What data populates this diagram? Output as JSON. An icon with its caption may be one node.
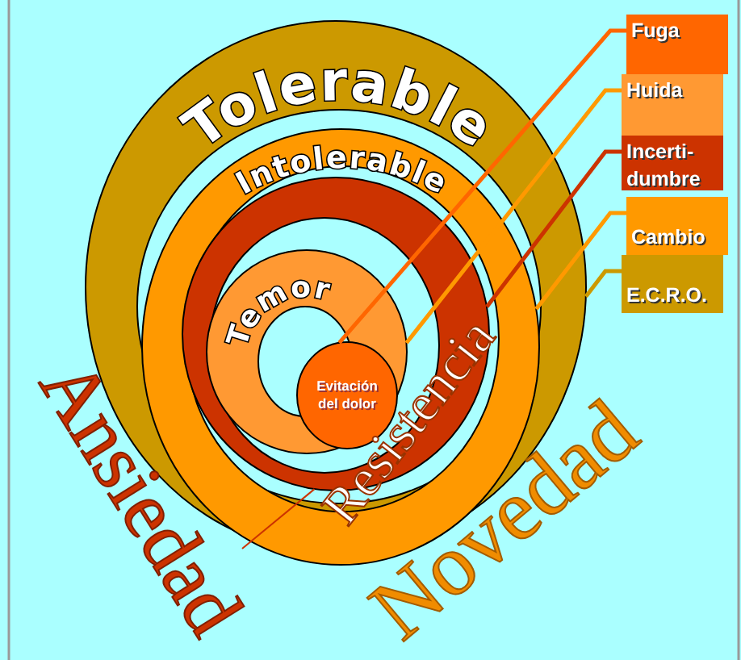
{
  "diagram": {
    "nodes": [
      {
        "text": [
          "Tolerable"
        ]
      },
      {
        "text": [
          "Intolerable"
        ],
        "in": 0
      },
      {
        "text": [],
        "shape": "circle",
        "in": 1
      },
      {
        "text": [
          "Temor"
        ],
        "in": 2
      },
      {
        "text": [
          "Evitación del dolor"
        ],
        "in": 3
      },
      {
        "text": [
          "Fuga"
        ]
      },
      {
        "text": [
          "Huida"
        ]
      },
      {
        "text": [
          "Incerti- dumbre"
        ]
      },
      {
        "text": [
          "Cambio"
        ]
      },
      {
        "text": [
          "E.C.R.O."
        ]
      },
      {
        "text": [
          "Ansiedad"
        ]
      }
    ],
    "edges": [
      {
        "from": 5,
        "to": 4,
        "arrow": "none",
        "color": "#ff6600"
      },
      {
        "from": 6,
        "to": 3,
        "arrow": "none",
        "color": "#ff9900"
      },
      {
        "from": 7,
        "to": 2,
        "arrow": "none",
        "color": "#cc3300"
      },
      {
        "from": 8,
        "to": 1,
        "arrow": "none",
        "color": "#ff9900"
      },
      {
        "from": 9,
        "to": 0,
        "arrow": "none",
        "color": "#cc9900"
      },
      {
        "from": 10,
        "to": 2,
        "arrow": "none",
        "color": "#cc3300"
      }
    ],
    "labels": [
      "Resistencia",
      "Novedad"
    ]
  }
}
